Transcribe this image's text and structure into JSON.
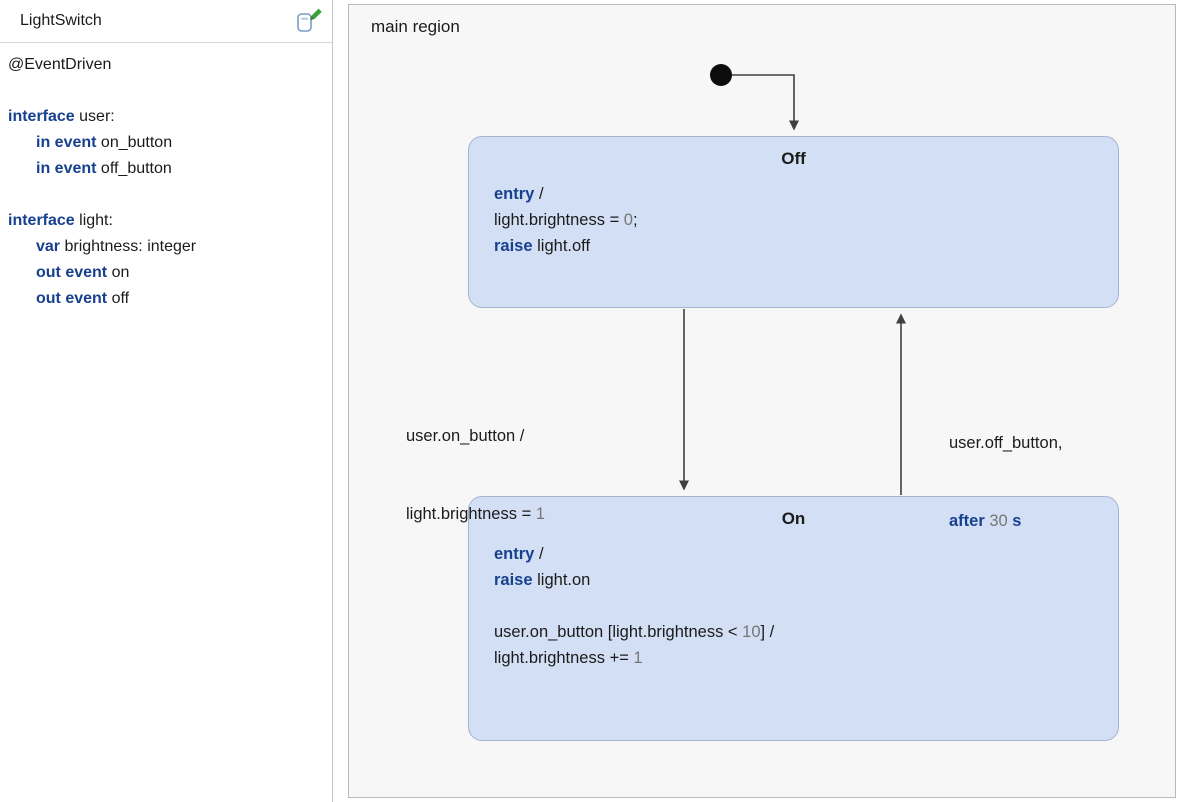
{
  "colors": {
    "keyword": "#17418f",
    "number": "#767676",
    "state_fill": "#d3dff4",
    "state_border": "#a4b4d2",
    "canvas_bg": "#f7f7f7",
    "edge": "#3f3f3f"
  },
  "editor": {
    "title": "LightSwitch",
    "annotation": "@EventDriven",
    "user_interface": {
      "decl": [
        {
          "text": "interface",
          "style": "kw"
        },
        {
          "text": " user:",
          "style": "plain"
        }
      ],
      "member1": [
        {
          "text": "in event",
          "style": "kw"
        },
        {
          "text": " on_button",
          "style": "plain"
        }
      ],
      "member2": [
        {
          "text": "in event",
          "style": "kw"
        },
        {
          "text": " off_button",
          "style": "plain"
        }
      ]
    },
    "light_interface": {
      "decl": [
        {
          "text": "interface",
          "style": "kw"
        },
        {
          "text": " light:",
          "style": "plain"
        }
      ],
      "member1": [
        {
          "text": "var",
          "style": "kw"
        },
        {
          "text": " brightness: integer",
          "style": "plain"
        }
      ],
      "member2": [
        {
          "text": "out event",
          "style": "kw"
        },
        {
          "text": " on",
          "style": "plain"
        }
      ],
      "member3": [
        {
          "text": "out event",
          "style": "kw"
        },
        {
          "text": " off",
          "style": "plain"
        }
      ]
    }
  },
  "diagram": {
    "region_label": "main region",
    "off_state": {
      "name": "Off",
      "line1": [
        {
          "text": "entry",
          "style": "kw"
        },
        {
          "text": " /",
          "style": "plain"
        }
      ],
      "line2": [
        {
          "text": "light.brightness = ",
          "style": "plain"
        },
        {
          "text": "0",
          "style": "num"
        },
        {
          "text": ";",
          "style": "plain"
        }
      ],
      "line3": [
        {
          "text": "raise",
          "style": "kw"
        },
        {
          "text": " light.off",
          "style": "plain"
        }
      ]
    },
    "on_state": {
      "name": "On",
      "line1": [
        {
          "text": "entry",
          "style": "kw"
        },
        {
          "text": " /",
          "style": "plain"
        }
      ],
      "line2": [
        {
          "text": "raise",
          "style": "kw"
        },
        {
          "text": " light.on",
          "style": "plain"
        }
      ],
      "line3": [
        {
          "text": "user.on_button [light.brightness < ",
          "style": "plain"
        },
        {
          "text": "10",
          "style": "num"
        },
        {
          "text": "] /",
          "style": "plain"
        }
      ],
      "line4": [
        {
          "text": "light.brightness += ",
          "style": "plain"
        },
        {
          "text": "1",
          "style": "num"
        }
      ]
    },
    "transition_off_to_on": {
      "line1": [
        {
          "text": "user.on_button /",
          "style": "plain"
        }
      ],
      "line2": [
        {
          "text": "light.brightness = ",
          "style": "plain"
        },
        {
          "text": "1",
          "style": "num"
        }
      ]
    },
    "transition_on_to_off": {
      "line1": [
        {
          "text": "user.off_button,",
          "style": "plain"
        }
      ],
      "line2": [
        {
          "text": "after",
          "style": "kw"
        },
        {
          "text": " 30",
          "style": "num"
        },
        {
          "text": " s",
          "style": "kw"
        }
      ]
    }
  }
}
